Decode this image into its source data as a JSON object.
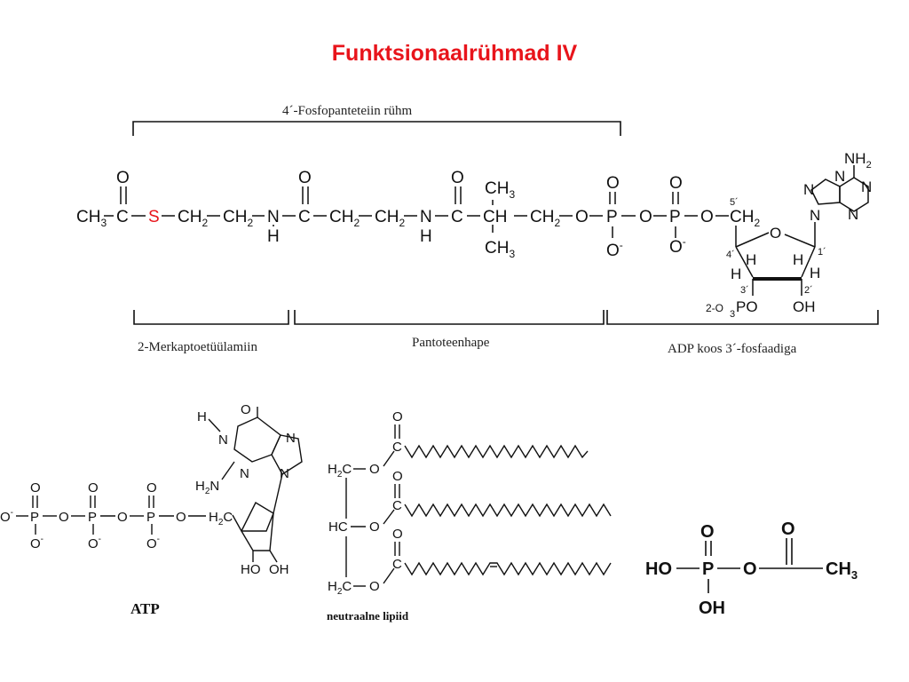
{
  "title": "Funktsionaalrühmad IV",
  "coa": {
    "bracket_top": "4´-Fosfopanteteiin rühm",
    "bracket_left": "2-Merkaptoetüülamiin",
    "bracket_mid": "Pantoteenhape",
    "bracket_right": "ADP koos 3´-fosfaadiga",
    "sulfur": "S",
    "sulfur_color": "#e8141b",
    "atoms": {
      "O": "O",
      "C": "C",
      "CH": "CH",
      "N": "N",
      "H": "H",
      "P": "P",
      "OH": "OH",
      "PO": "PO",
      "ch2": "CH",
      "ch3": "CH",
      "sub2": "2",
      "sub3": "3",
      "nh2": "NH",
      "minus": "-",
      "o_minus": "O",
      "pos5": "5´",
      "pos4": "4´",
      "pos3": "3´",
      "pos2": "2´",
      "pos1": "1´",
      "o3": "2-O",
      "o3sub": "3"
    }
  },
  "atp": {
    "caption": "ATP",
    "atoms": {
      "O": "O",
      "P": "P",
      "H": "H",
      "N": "N",
      "HO": "HO",
      "OH": "OH",
      "H2N": "H",
      "sub2": "2",
      "H2C": "H",
      "minus": "-"
    }
  },
  "lipid": {
    "caption": "neutraalne lipiid",
    "atoms": {
      "H2C": "H",
      "HC": "HC",
      "C": "C",
      "O": "O",
      "sub2": "2"
    }
  },
  "acetyl": {
    "atoms": {
      "HO": "HO",
      "P": "P",
      "O": "O",
      "OH": "OH",
      "CH3": "CH",
      "sub3": "3"
    }
  }
}
